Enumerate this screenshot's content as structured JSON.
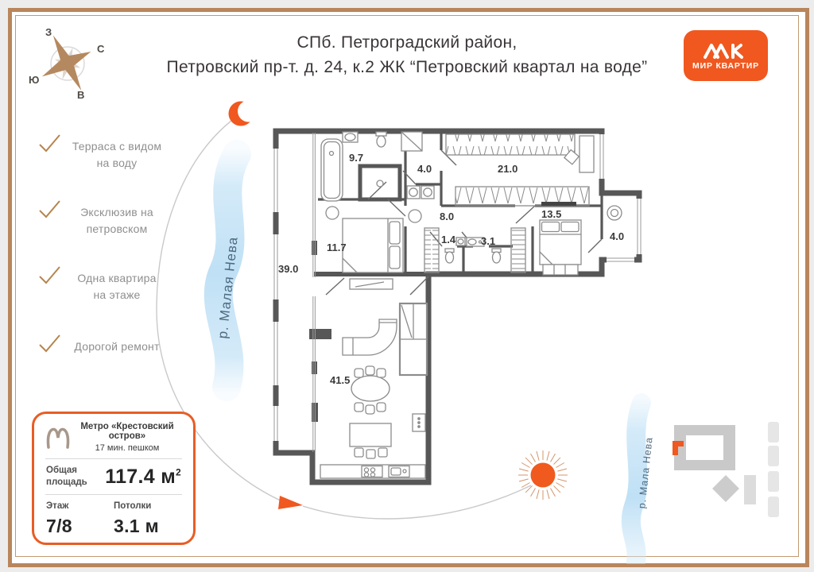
{
  "colors": {
    "accent_orange": "#f0581f",
    "frame_tan": "#b9855c",
    "compass_tan": "#b5895f",
    "wall_gray": "#575757",
    "river_fill": "#cfe8f8",
    "river_text": "#4e6a80",
    "feature_text": "#8f8f8f",
    "title_text": "#3a3538"
  },
  "title": {
    "line1": "СПб. Петроградский район,",
    "line2": "Петровский пр-т. д. 24, к.2 ЖК “Петровский квартал на воде”"
  },
  "brand": {
    "name": "МИР КВАРТИР"
  },
  "compass": {
    "west": "З",
    "north": "С",
    "south": "Ю",
    "east": "В"
  },
  "features": [
    {
      "line1": "Терраса с видом",
      "line2": "на воду"
    },
    {
      "line1": "Эксклюзив на",
      "line2": "петровском"
    },
    {
      "line1": "Одна квартира",
      "line2": "на этаже"
    },
    {
      "line1": "Дорогой ремонт",
      "line2": ""
    }
  ],
  "rivers": {
    "left": "р. Малая Нева",
    "right": "р. Мала Нева"
  },
  "plan": {
    "rooms": [
      {
        "area": "39.0"
      },
      {
        "area": "9.7"
      },
      {
        "area": "4.0"
      },
      {
        "area": "21.0"
      },
      {
        "area": "8.0"
      },
      {
        "area": "1.4"
      },
      {
        "area": "3.1"
      },
      {
        "area": "13.5"
      },
      {
        "area": "4.0"
      },
      {
        "area": "11.7"
      },
      {
        "area": "41.5"
      }
    ]
  },
  "card": {
    "metro_line1": "Метро «Крестовский остров»",
    "metro_line2": "17 мин. пешком",
    "area_label_line1": "Общая",
    "area_label_line2": "площадь",
    "area_value": "117.4",
    "area_unit": "м",
    "area_sup": "2",
    "floor_label": "Этаж",
    "floor_value": "7/8",
    "ceiling_label": "Потолки",
    "ceiling_value": "3.1 м"
  }
}
